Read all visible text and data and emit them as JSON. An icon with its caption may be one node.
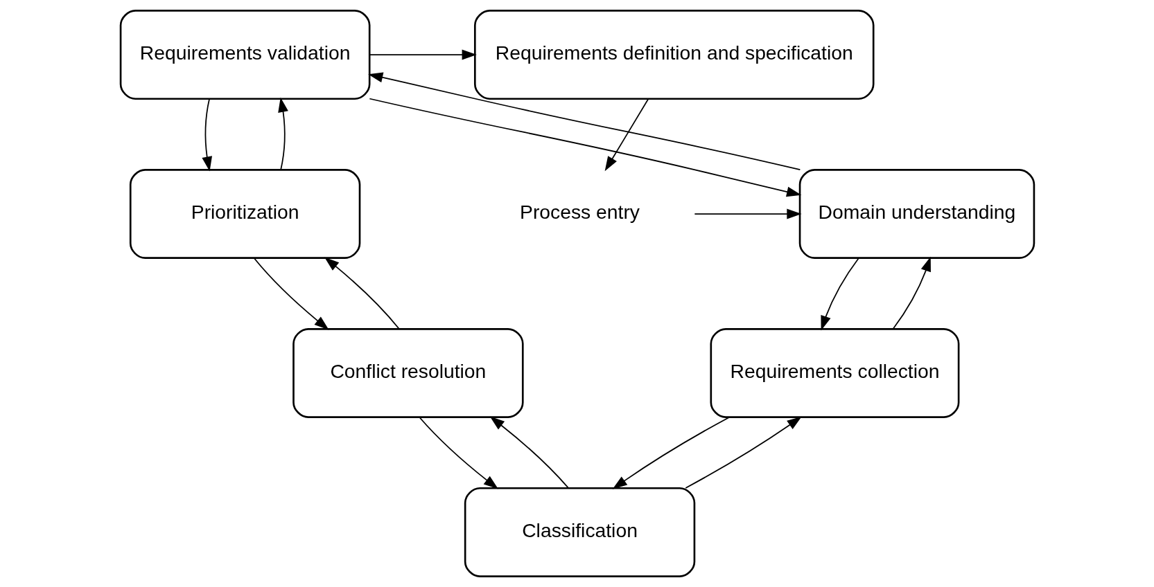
{
  "diagram": {
    "nodes": [
      {
        "text": [
          "Requirements validation"
        ]
      },
      {
        "text": [
          "Requirements definition and specification"
        ]
      },
      {
        "text": [
          "Domain understanding"
        ]
      },
      {
        "text": [
          "Prioritization"
        ]
      },
      {
        "text": [
          "Requirements collection"
        ]
      },
      {
        "text": [
          "Conflict resolution"
        ]
      },
      {
        "text": [
          "Classification"
        ]
      },
      {
        "text": [
          "Process entry"
        ]
      }
    ],
    "edges": [
      {
        "from": 0,
        "to": 1,
        "arrow": "to"
      },
      {
        "from": 3,
        "to": 0,
        "arrow": "to"
      },
      {
        "from": 0,
        "to": 2,
        "arrow": "to"
      },
      {
        "from": 2,
        "to": 0,
        "arrow": "to"
      },
      {
        "from": 0,
        "to": 3,
        "arrow": "to"
      },
      {
        "from": 3,
        "to": 5,
        "arrow": "to"
      },
      {
        "from": 5,
        "to": 3,
        "arrow": "to"
      },
      {
        "from": 2,
        "to": 4,
        "arrow": "to"
      },
      {
        "from": 4,
        "to": 2,
        "arrow": "to"
      },
      {
        "from": 5,
        "to": 6,
        "arrow": "to"
      },
      {
        "from": 6,
        "to": 4,
        "arrow": "to"
      },
      {
        "from": 4,
        "to": 6,
        "arrow": "to"
      },
      {
        "from": 6,
        "to": 5,
        "arrow": "to"
      },
      {
        "from": 1,
        "to": 7,
        "arrow": "to"
      },
      {
        "from": 7,
        "to": 2,
        "arrow": "to"
      }
    ]
  }
}
